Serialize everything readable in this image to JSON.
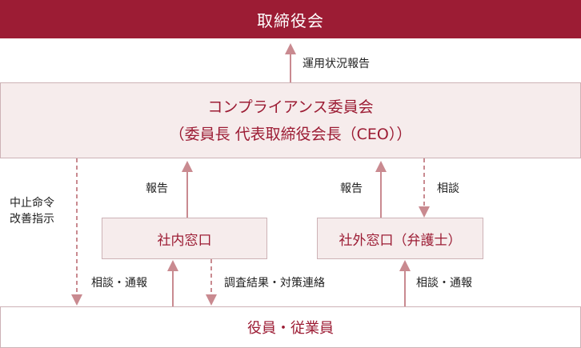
{
  "board": {
    "label": "取締役会"
  },
  "committee": {
    "name": "コンプライアンス委員会",
    "detail": "（委員長  代表取締役会長（CEO））"
  },
  "internal_desk": {
    "label": "社内窓口"
  },
  "external_desk": {
    "label": "社外窓口（弁護士）"
  },
  "staff": {
    "label": "役員・従業員"
  },
  "flows": {
    "operation_report": "運用状況報告",
    "instruction_line1": "中止命令",
    "instruction_line2": "改善指示",
    "internal_report": "報告",
    "external_report": "報告",
    "external_consult": "相談",
    "staff_to_internal": "相談・通報",
    "internal_to_staff": "調査結果・対策連絡",
    "staff_to_external": "相談・通報"
  },
  "colors": {
    "accent": "#9c1c34",
    "box_fill": "#f6ecec",
    "border": "#cdb2b6",
    "arrow": "#c98a90"
  }
}
